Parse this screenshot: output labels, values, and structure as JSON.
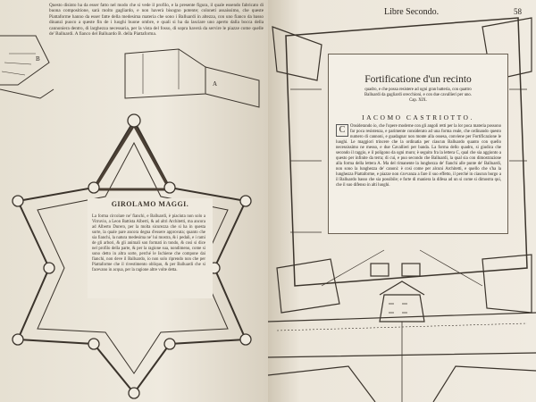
{
  "left_page": {
    "top_text": "Questo disinto ha da esser fatto nel modo che si vede il profilo, e la presente figura, il quale essendo fabricato di buona compositione, sarà molto gagliardo, e non haverà bisogno potente; coloneti assaissimo, che queste Piattaforme hanno da esser fatte della medesima materia che sono i Balluardi in altezza, con uno fianco da basso dinanzi puoco a queste fin de i luoghi buone ombre, e quali si ha da lasciare uno aperto dalla bocca della cannoniera dentro, di larghezza necessaria, per la vista del fosso, di sopra haverà da servire le piazze come quelle de' Balluardi. A fianco del Balluardo B. della Piattaforma.",
    "figure_labels": [
      "B",
      "A"
    ],
    "author": "GIROLAMO MAGGI.",
    "author_text": "La forma circolare ne' fianchi, e Balluardi, è piaciuta non solo a Vitruvio, a Leon Battista Alberti, & ad altri Architetti, ma ancora ad Alberto Durero, per la molta sicurezza che si ha in questa sorte, la quale pare ancora degna d'essere approvata; quanto che sia fianchi, la natura medesima ne' lui mostra, & i pedali, e i rami de gli arbori, & gli animali son formati in tondo, & così si dice nel profilo della parte, & per la ragione sua, nondimeno, come si sono detto in altra sorte, perché le Ischiene che compone dai fianchi, non deve il Balluardo, io non solo riprendo non che per Piattaforme che il rivestimento obliquo, & per Balluardi che si facevano in acqua, per la ragione altre volte detta."
  },
  "right_page": {
    "running_head": "Libre Secondo.",
    "page_number": "58",
    "chapter_title": "Fortificatione d'un recinto",
    "chapter_subtitle": "quadro, e che possa resistere ad ogni gran batteria, con quattro Balluardi da gagliardi orecchioni, e con due cavallieri per uno. Cap. XIX.",
    "author": "IACOMO CASTRIOTTO.",
    "drop_cap": "C",
    "body_text": "Onsiderando io, che l'opere moderne con gli angoli retti per la lor poca materia possono far poca resistenza, e parimente considerato ad una forma reale, che ordinando questo numero di cannoni, e guadagnar non monte alla ossesa, conviene per Fortificazione le luoghi. Le maggiori trincere che la ordinatia per ciascun Balluardo quanto con quello necessissimo ne messo, e due Cavallieri per banda. La forma dello quadro, si giudica che secondo il raggio, e il poligono da ogni muro; è seguito fra la lettera C, qual che sia aggionto a questo per infinite da terra; di cui, e puo secondo che Balluardi, la qual sia con dimostrazione alla forma della lettera A. Ma del rimanente la lunghezza de' fianchi alle punte de' Balluardi, non sono la lunghezza de' canoni: è così come per alcuni Architetti, e quello che s'ha la lunghezza Piattaforme, e piazze non s'avvanza a fare il suo effetto, il perché in ciascun borgo a il Balluardo basso che sia possibile; e forte di maniera la difesa ad un si come si dimostra qui, che il suo difenso in alti luoghi."
  }
}
